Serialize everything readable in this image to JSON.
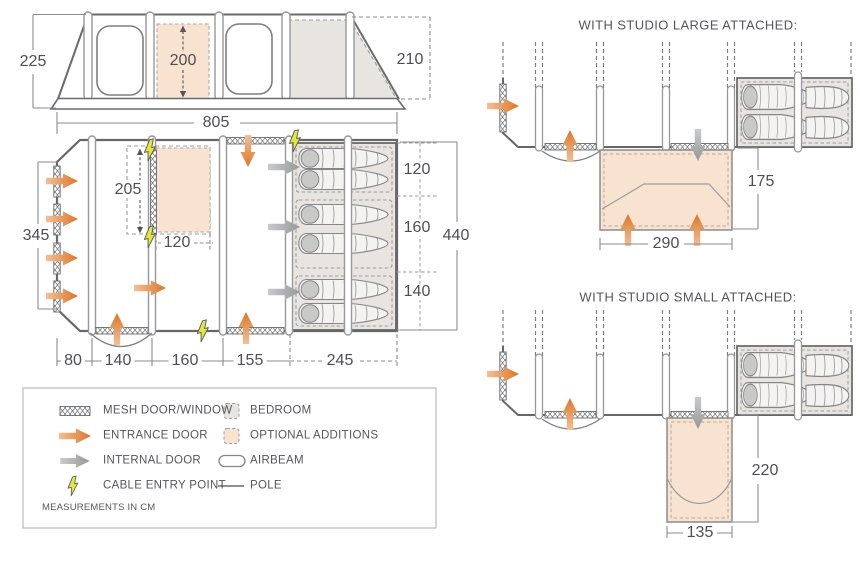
{
  "colors": {
    "accent_orange": "#DD7D2B",
    "internal_door_gray": "#9B9C9E",
    "optional_peach": "#F8E3D0",
    "bedroom_gray": "#E8E5E1",
    "line_gray": "#6A6B6E",
    "cable_yellow": "#E3E63C"
  },
  "elevation": {
    "height_left": "225",
    "ridge_height": "200",
    "height_right": "210",
    "length": "805"
  },
  "floorplan": {
    "side_width": "345",
    "inner_height": "205",
    "inner_width": "120",
    "bedroom": {
      "sections": [
        "120",
        "160",
        "140"
      ],
      "total": "440"
    },
    "bottom_segments": [
      "80",
      "140",
      "160",
      "155",
      "245"
    ]
  },
  "studio_large": {
    "title": "WITH STUDIO LARGE ATTACHED:",
    "depth": "175",
    "width": "290"
  },
  "studio_small": {
    "title": "WITH STUDIO SMALL ATTACHED:",
    "depth": "220",
    "width": "135"
  },
  "legend": {
    "items_left": [
      {
        "icon": "mesh-swatch",
        "label": "MESH DOOR/WINDOW"
      },
      {
        "icon": "entrance-arrow",
        "label": "ENTRANCE DOOR"
      },
      {
        "icon": "internal-arrow",
        "label": "INTERNAL DOOR"
      },
      {
        "icon": "lightning-bolt",
        "label": "CABLE ENTRY POINT"
      }
    ],
    "items_right": [
      {
        "icon": "bedroom-swatch",
        "label": "BEDROOM"
      },
      {
        "icon": "optional-swatch",
        "label": "OPTIONAL ADDITIONS"
      },
      {
        "icon": "airbeam-swatch",
        "label": "AIRBEAM"
      },
      {
        "icon": "pole-line",
        "label": "POLE"
      }
    ],
    "note": "MEASUREMENTS IN CM"
  }
}
